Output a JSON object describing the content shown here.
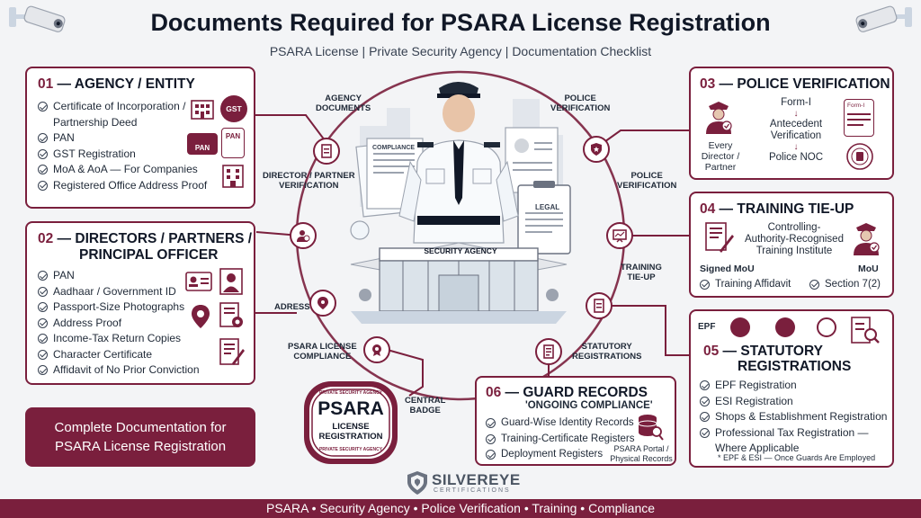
{
  "header": {
    "title": "Documents Required for PSARA License Registration",
    "subtitle": "PSARA License | Private Security Agency | Documentation Checklist"
  },
  "panel1": {
    "num": "01",
    "title": "AGENCY / ENTITY",
    "items": [
      "Certificate of Incorporation /",
      "Partnership Deed",
      "PAN",
      "GST Registration",
      "MoA & AoA — For Companies",
      "Registered Office Address Proof"
    ],
    "icon_gst": "GST",
    "icon_pan": "PAN"
  },
  "panel2": {
    "num": "02",
    "title_line1": "DIRECTORS / PARTNERS /",
    "title_line2": "PRINCIPAL OFFICER",
    "items": [
      "PAN",
      "Aadhaar / Government ID",
      "Passport-Size Photographs",
      "Address Proof",
      "Income-Tax Return Copies",
      "Character Certificate",
      "Affidavit of No Prior Conviction"
    ]
  },
  "panel3": {
    "num": "03",
    "title": "POLICE VERIFICATION",
    "person_label": [
      "Every",
      "Director /",
      "Partner"
    ],
    "flow": [
      "Form-I",
      "Antecedent",
      "Verification",
      "Police NOC"
    ],
    "form_label": "Form-I"
  },
  "panel4": {
    "num": "04",
    "title": "TRAINING TIE-UP",
    "institute": [
      "Controlling-",
      "Authority-Recognised",
      "Training Institute"
    ],
    "signed": "Signed MoU",
    "mou": "MoU",
    "affidavit": "Training Affidavit",
    "section": "Section 7(2)"
  },
  "panel5": {
    "num": "05",
    "title_line1": "STATUTORY",
    "title_line2": "REGISTRATIONS",
    "epf_tag": "EPF",
    "items": [
      "EPF Registration",
      "ESI Registration",
      "Shops & Establishment Registration",
      "Professional Tax Registration —",
      "Where Applicable"
    ],
    "note": "* EPF & ESI — Once Guards Are Employed"
  },
  "panel6": {
    "num": "06",
    "title": "GUARD RECORDS",
    "subtitle": "'ONGOING COMPLIANCE'",
    "items": [
      "Guard-Wise Identity Records",
      "Training-Certificate Registers",
      "Deployment Registers"
    ],
    "portal": [
      "PSARA Portal /",
      "Physical Records"
    ]
  },
  "center": {
    "labels": {
      "agency_docs": [
        "AGENCY",
        "DOCUMENTS"
      ],
      "police_top": [
        "POLICE",
        "VERIFICATION"
      ],
      "director": [
        "DIRECTOR / PARTNER",
        "VERIFICATION"
      ],
      "police_mid": [
        "POLICE",
        "VERIFICATION"
      ],
      "training": [
        "TRAINING",
        "TIE-UP"
      ],
      "adress": [
        "ADRESS"
      ],
      "statutory": [
        "STATUTORY",
        "REGISTRATIONS"
      ],
      "compliance": [
        "PSARA LICENSE",
        "COMPLIANCE"
      ],
      "badge": [
        "CENTRAL",
        "BADGE"
      ]
    },
    "doc_compliance": "COMPLIANCE",
    "doc_legal": "LEGAL",
    "building_sign": "SECURITY AGENCY",
    "seal": {
      "top_arc": "PRIVATE SECURITY AGENCY",
      "main": "PSARA",
      "line1": "LICENSE",
      "line2": "REGISTRATION",
      "bottom_arc": "PRIVATE SECURITY AGENCY"
    }
  },
  "cta": {
    "line1": "Complete Documentation for",
    "line2": "PSARA License Registration"
  },
  "logo": {
    "name": "SILVEREYE",
    "tagline": "CERTIFICATIONS"
  },
  "footer": {
    "text": "PSARA • Security Agency • Police Verification • Training • Compliance"
  },
  "colors": {
    "accent": "#7a1f3d",
    "background": "#f3f4f6"
  }
}
